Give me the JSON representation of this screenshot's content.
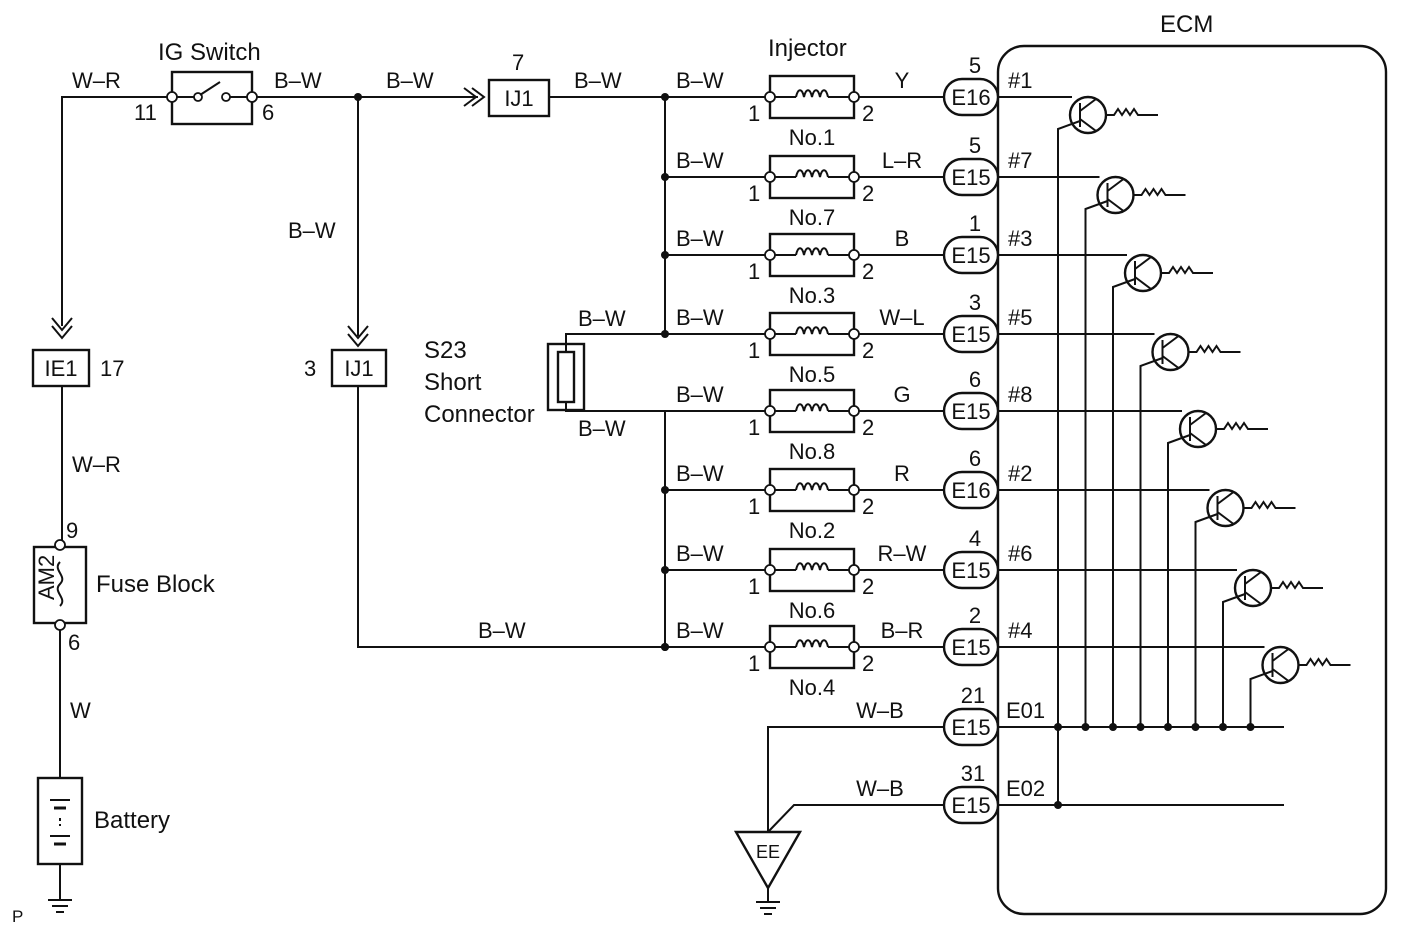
{
  "ig_switch": {
    "title": "IG Switch",
    "pin_in": "11",
    "pin_out": "6"
  },
  "wires": {
    "batt_to_ig": "W–R",
    "ig_out": "B–W",
    "to_ij1_top": "B–W",
    "ij1_top_out": "B–W",
    "down_to_ij1": "B–W",
    "ie1_to_fuse": "W–R",
    "fuse_to_batt": "W",
    "ij1_bottom_out": "B–W",
    "short_top": "B–W",
    "short_bottom": "B–W"
  },
  "ij1_top": {
    "label": "IJ1",
    "pin": "7"
  },
  "ij1_mid": {
    "label": "IJ1",
    "pin": "3"
  },
  "ie1": {
    "label": "IE1",
    "pin": "17"
  },
  "fuse_block": {
    "label": "Fuse Block",
    "fuse": "AM2",
    "pin_top": "9",
    "pin_bottom": "6"
  },
  "battery": {
    "label": "Battery"
  },
  "ground_p": "P",
  "short_connector": {
    "line1": "S23",
    "line2": "Short",
    "line3": "Connector"
  },
  "injector_title": "Injector",
  "ecm_title": "ECM",
  "injectors": [
    {
      "name": "No.1",
      "in_wire": "B–W",
      "out_wire": "Y",
      "pin_a": "1",
      "pin_b": "2",
      "conn": "E16",
      "conn_pin": "5",
      "ecm_pin": "#1"
    },
    {
      "name": "No.7",
      "in_wire": "B–W",
      "out_wire": "L–R",
      "pin_a": "1",
      "pin_b": "2",
      "conn": "E15",
      "conn_pin": "5",
      "ecm_pin": "#7"
    },
    {
      "name": "No.3",
      "in_wire": "B–W",
      "out_wire": "B",
      "pin_a": "1",
      "pin_b": "2",
      "conn": "E15",
      "conn_pin": "1",
      "ecm_pin": "#3"
    },
    {
      "name": "No.5",
      "in_wire": "B–W",
      "out_wire": "W–L",
      "pin_a": "1",
      "pin_b": "2",
      "conn": "E15",
      "conn_pin": "3",
      "ecm_pin": "#5"
    },
    {
      "name": "No.8",
      "in_wire": "B–W",
      "out_wire": "G",
      "pin_a": "1",
      "pin_b": "2",
      "conn": "E15",
      "conn_pin": "6",
      "ecm_pin": "#8"
    },
    {
      "name": "No.2",
      "in_wire": "B–W",
      "out_wire": "R",
      "pin_a": "1",
      "pin_b": "2",
      "conn": "E16",
      "conn_pin": "6",
      "ecm_pin": "#2"
    },
    {
      "name": "No.6",
      "in_wire": "B–W",
      "out_wire": "R–W",
      "pin_a": "1",
      "pin_b": "2",
      "conn": "E15",
      "conn_pin": "4",
      "ecm_pin": "#6"
    },
    {
      "name": "No.4",
      "in_wire": "B–W",
      "out_wire": "B–R",
      "pin_a": "1",
      "pin_b": "2",
      "conn": "E15",
      "conn_pin": "2",
      "ecm_pin": "#4"
    }
  ],
  "grounds": [
    {
      "wire": "W–B",
      "conn": "E15",
      "conn_pin": "21",
      "ecm_pin": "E01"
    },
    {
      "wire": "W–B",
      "conn": "E15",
      "conn_pin": "31",
      "ecm_pin": "E02"
    }
  ],
  "ground_ee": "EE",
  "icons": [
    "ground-icon",
    "battery-icon",
    "fuse-icon",
    "coil-icon",
    "transistor-icon",
    "resistor-icon",
    "switch-icon"
  ]
}
